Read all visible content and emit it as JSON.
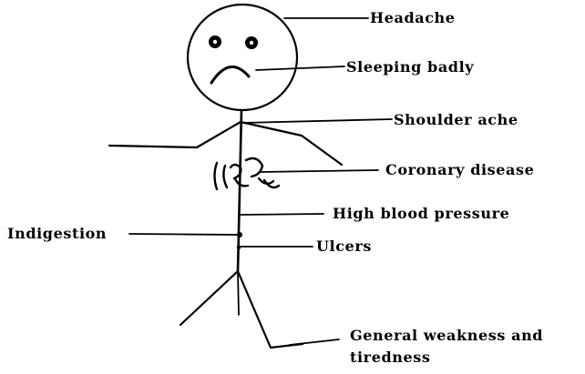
{
  "labels": {
    "headache": "Headache",
    "sleeping_badly": "Sleeping badly",
    "shoulder_ache": "Shoulder ache",
    "coronary_disease": "Coronary disease",
    "high_blood_pressure": "High blood pressure",
    "indigestion": "Indigestion",
    "ulcers": "Ulcers",
    "general_weakness_line1": "General weakness and",
    "general_weakness_line2": "tiredness"
  },
  "colors": {
    "ink": "#000000",
    "background": "#ffffff"
  }
}
